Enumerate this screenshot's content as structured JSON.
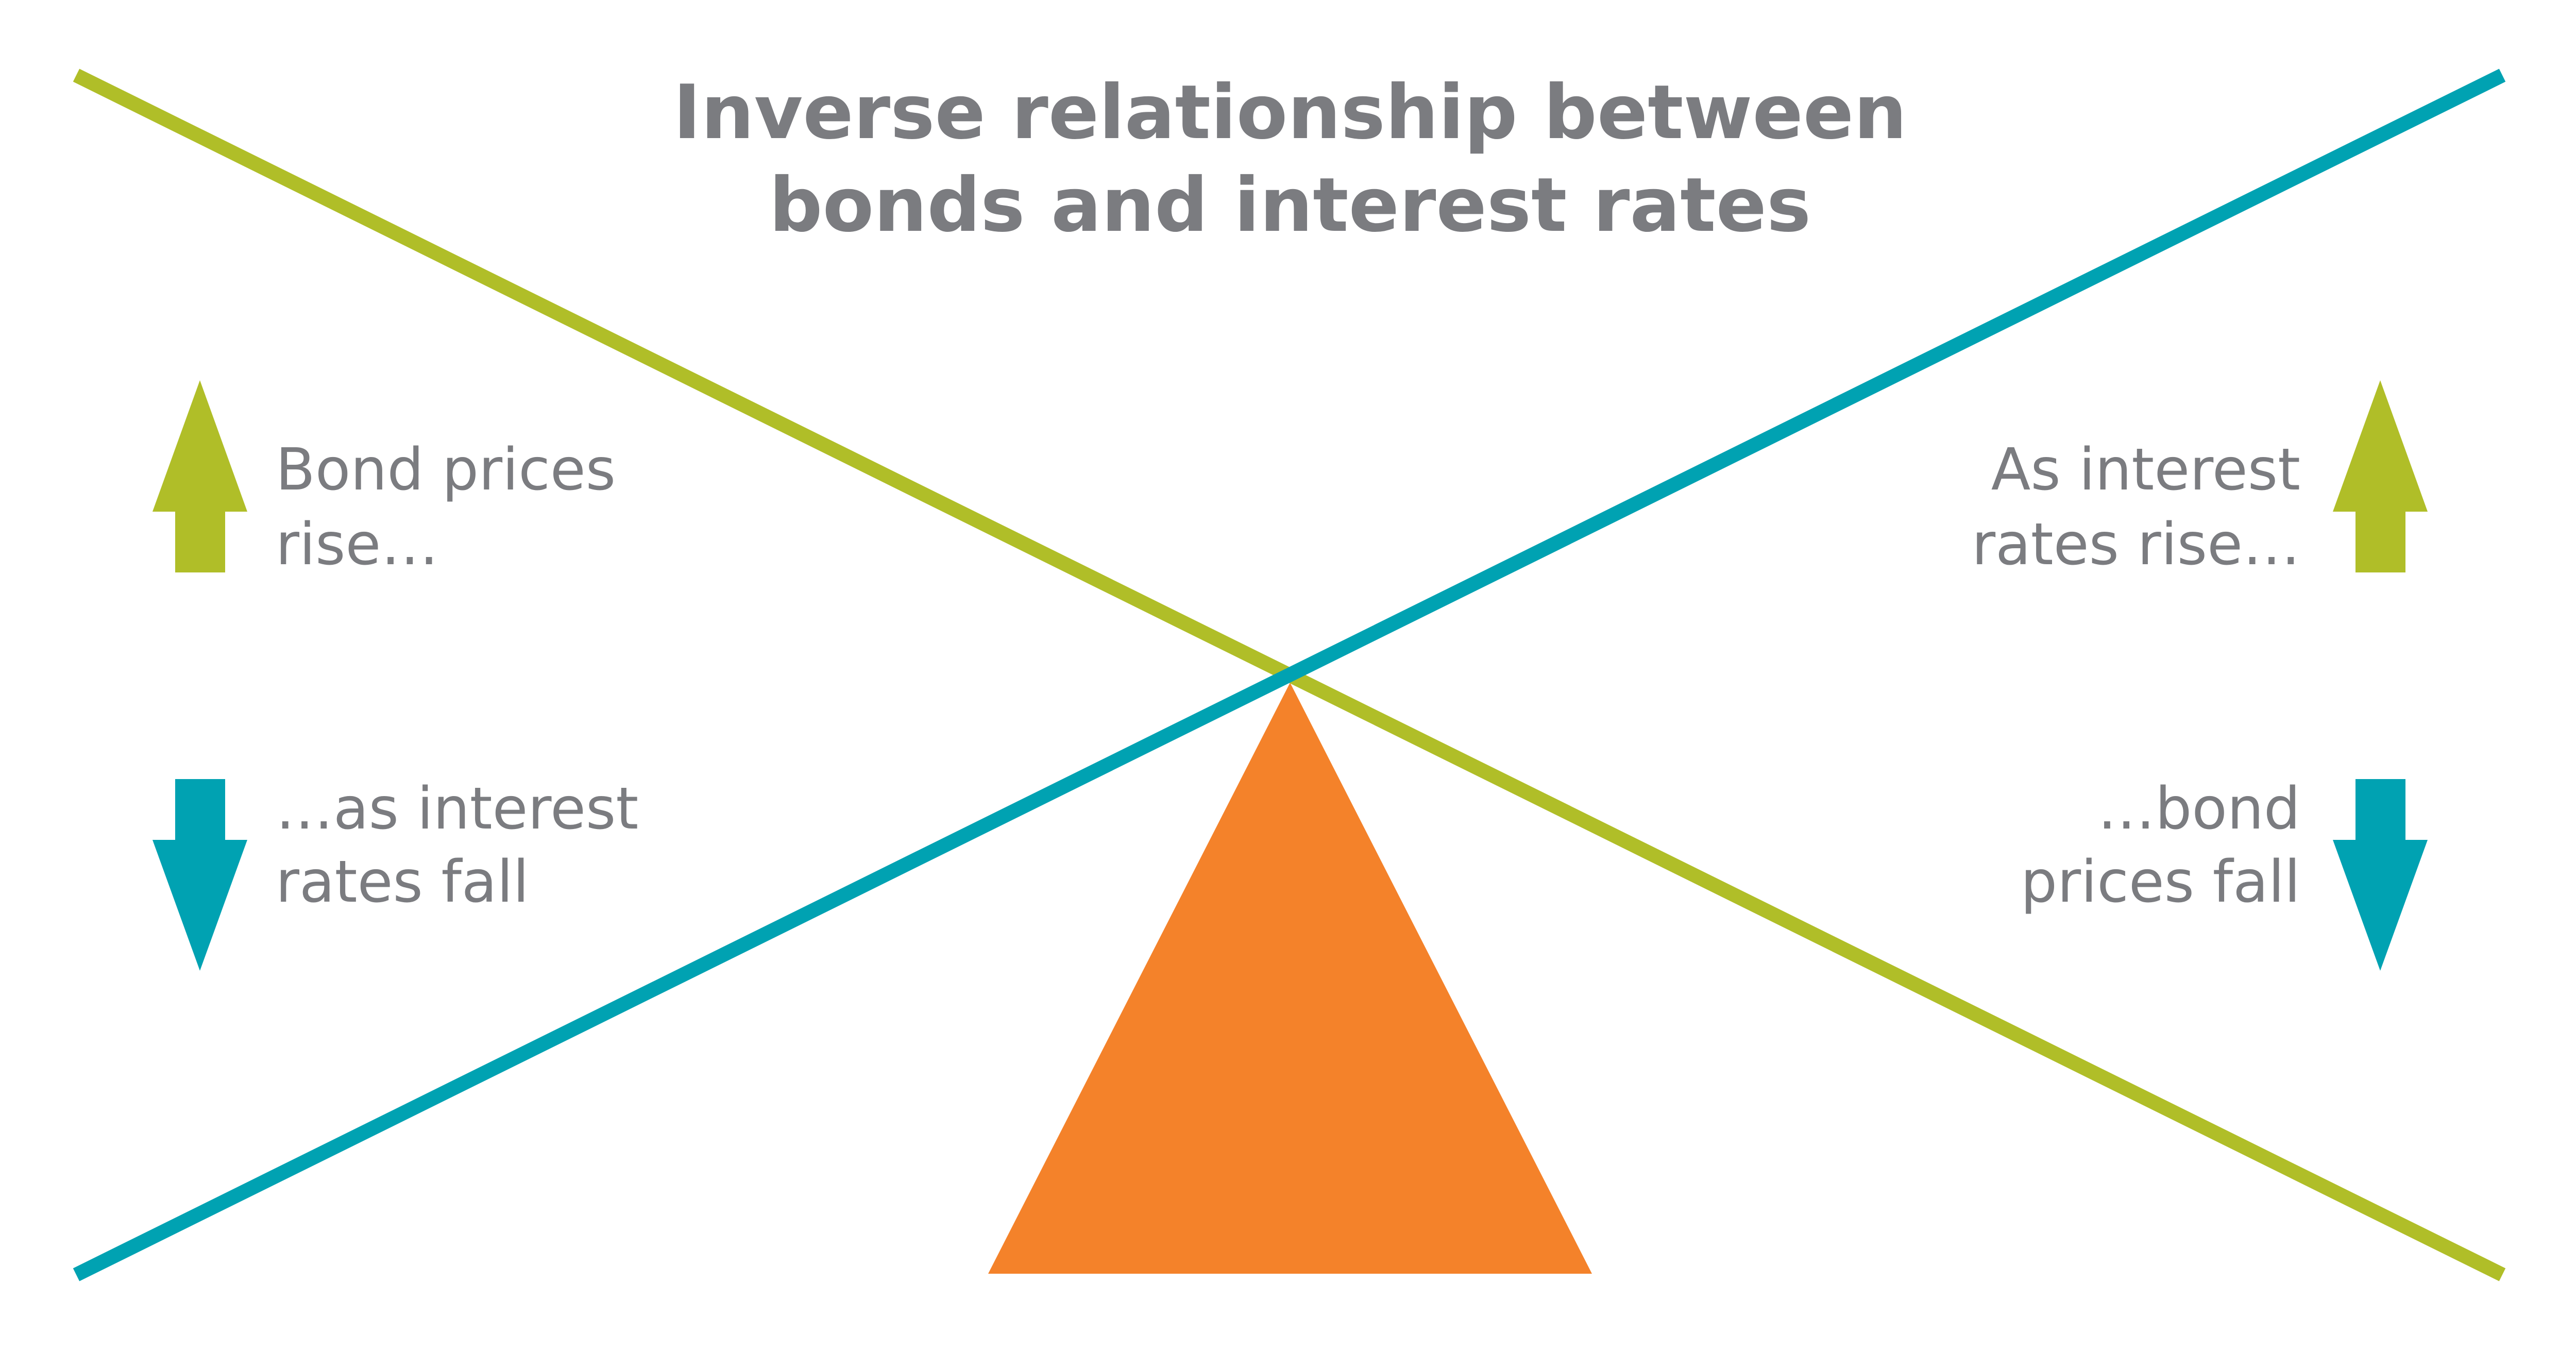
{
  "title": {
    "line1": "Inverse relationship between",
    "line2": "bonds and interest rates"
  },
  "left": {
    "top_label": {
      "line1": "Bond prices",
      "line2": "rise…"
    },
    "bottom_label": {
      "line1": "…as interest",
      "line2": "rates fall"
    }
  },
  "right": {
    "top_label": {
      "line1": "As interest",
      "line2": "rates rise…"
    },
    "bottom_label": {
      "line1": "…bond",
      "line2": "prices fall"
    }
  },
  "icons": {
    "up": "arrow-up-icon",
    "down": "arrow-down-icon",
    "fulcrum": "triangle-fulcrum"
  },
  "colors": {
    "bond_line": "#B0BE28",
    "rate_line": "#00A2B2",
    "fulcrum": "#F4822A",
    "text": "#7B7C80",
    "background": "#FFFFFF"
  }
}
